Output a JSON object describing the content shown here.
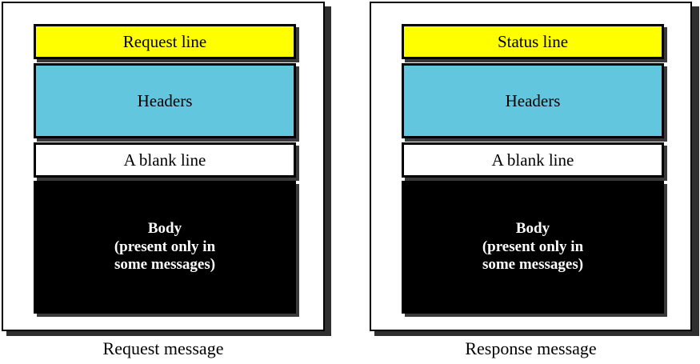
{
  "diagram": {
    "title": "HTTP request and response message structure",
    "colors": {
      "start_line": "#ffff00",
      "headers": "#62c6de",
      "blank_line": "#ffffff",
      "body_background": "#000000",
      "body_text": "#ffffff",
      "outline": "#000000",
      "shadow": "#2f2f2f"
    }
  },
  "panels": [
    {
      "id": "request",
      "caption": "Request message",
      "segments": [
        {
          "id": "start-line",
          "label": "Request  line"
        },
        {
          "id": "headers",
          "label": "Headers"
        },
        {
          "id": "blank-line",
          "label": "A blank line"
        },
        {
          "id": "body",
          "label": "Body\n(present only in\nsome messages)"
        }
      ]
    },
    {
      "id": "response",
      "caption": "Response message",
      "segments": [
        {
          "id": "start-line",
          "label": "Status  line"
        },
        {
          "id": "headers",
          "label": "Headers"
        },
        {
          "id": "blank-line",
          "label": "A blank line"
        },
        {
          "id": "body",
          "label": "Body\n(present only in\nsome messages)"
        }
      ]
    }
  ]
}
